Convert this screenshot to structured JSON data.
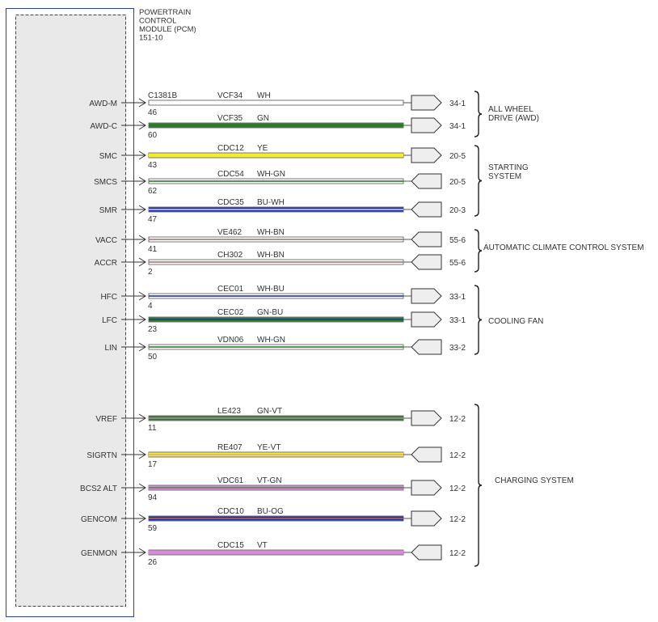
{
  "module": {
    "title_lines": [
      "POWERTRAIN",
      "CONTROL",
      "MODULE (PCM)",
      "151-10"
    ],
    "connector": "C1381B"
  },
  "colors": {
    "WH": "#ffffff",
    "GN": "#2f7a2a",
    "YE": "#f2ee2a",
    "BU": "#1c2ea8",
    "BN": "#9a7b72",
    "OG": "#e07a1f",
    "VT": "#d98ad9",
    "module_border": "#2b3ea6"
  },
  "wires": [
    {
      "pin_label": "AWD-M",
      "pin": "46",
      "circuit": "VCF34",
      "color": "WH",
      "dest": "34-1",
      "dir": "out"
    },
    {
      "pin_label": "AWD-C",
      "pin": "60",
      "circuit": "VCF35",
      "color": "GN",
      "dest": "34-1",
      "dir": "out"
    },
    {
      "pin_label": "SMC",
      "pin": "43",
      "circuit": "CDC12",
      "color": "YE",
      "dest": "20-5",
      "dir": "out"
    },
    {
      "pin_label": "SMCS",
      "pin": "62",
      "circuit": "CDC54",
      "color": "WH-GN",
      "dest": "20-5",
      "dir": "in"
    },
    {
      "pin_label": "SMR",
      "pin": "47",
      "circuit": "CDC35",
      "color": "BU-WH",
      "dest": "20-3",
      "dir": "in"
    },
    {
      "pin_label": "VACC",
      "pin": "41",
      "circuit": "VE462",
      "color": "WH-BN",
      "dest": "55-6",
      "dir": "in"
    },
    {
      "pin_label": "ACCR",
      "pin": "2",
      "circuit": "CH302",
      "color": "WH-BN",
      "dest": "55-6",
      "dir": "in"
    },
    {
      "pin_label": "HFC",
      "pin": "4",
      "circuit": "CEC01",
      "color": "WH-BU",
      "dest": "33-1",
      "dir": "out"
    },
    {
      "pin_label": "LFC",
      "pin": "23",
      "circuit": "CEC02",
      "color": "GN-BU",
      "dest": "33-1",
      "dir": "out"
    },
    {
      "pin_label": "LIN",
      "pin": "50",
      "circuit": "VDN06",
      "color": "WH-GN",
      "dest": "33-2",
      "dir": "in"
    },
    {
      "pin_label": "VREF",
      "pin": "11",
      "circuit": "LE423",
      "color": "GN-VT",
      "dest": "12-2",
      "dir": "out"
    },
    {
      "pin_label": "SIGRTN",
      "pin": "17",
      "circuit": "RE407",
      "color": "YE-VT",
      "dest": "12-2",
      "dir": "in"
    },
    {
      "pin_label": "BCS2 ALT",
      "pin": "94",
      "circuit": "VDC61",
      "color": "VT-GN",
      "dest": "12-2",
      "dir": "out"
    },
    {
      "pin_label": "GENCOM",
      "pin": "59",
      "circuit": "CDC10",
      "color": "BU-OG",
      "dest": "12-2",
      "dir": "out"
    },
    {
      "pin_label": "GENMON",
      "pin": "26",
      "circuit": "CDC15",
      "color": "VT",
      "dest": "12-2",
      "dir": "in"
    }
  ],
  "systems": [
    {
      "lines": [
        "ALL WHEEL",
        "DRIVE (AWD)"
      ]
    },
    {
      "lines": [
        "STARTING",
        "SYSTEM"
      ]
    },
    {
      "lines": [
        "AUTOMATIC CLIMATE CONTROL SYSTEM"
      ]
    },
    {
      "lines": [
        "COOLING FAN"
      ]
    },
    {
      "lines": [
        "CHARGING SYSTEM"
      ]
    }
  ]
}
